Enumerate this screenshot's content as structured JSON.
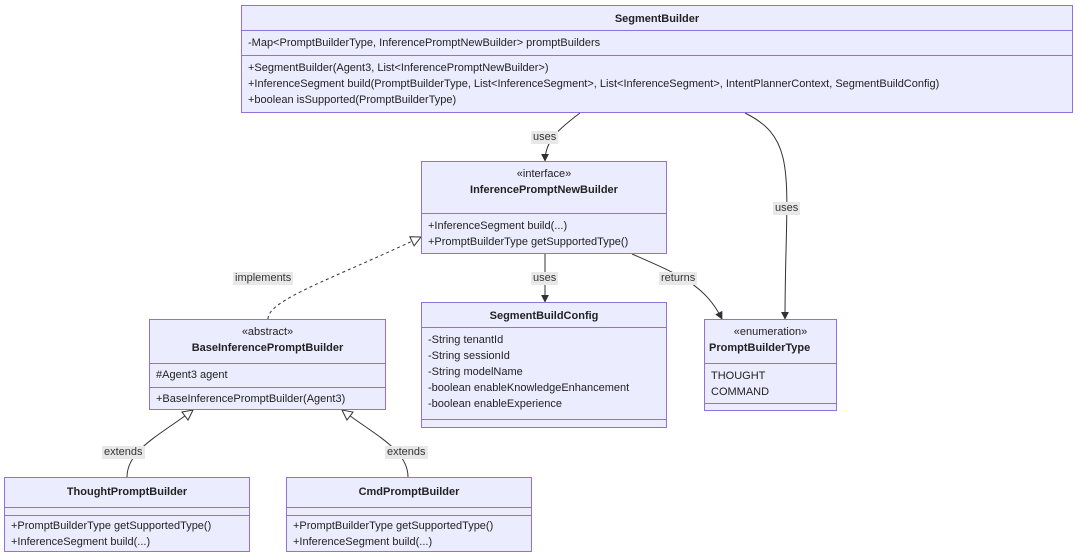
{
  "classes": {
    "segment_builder": {
      "name": "SegmentBuilder",
      "attributes": [
        "-Map<PromptBuilderType, InferencePromptNewBuilder> promptBuilders"
      ],
      "methods": [
        "+SegmentBuilder(Agent3, List<InferencePromptNewBuilder>)",
        "+InferenceSegment build(PromptBuilderType, List<InferenceSegment>, List<InferenceSegment>, IntentPlannerContext, SegmentBuildConfig)",
        "+boolean isSupported(PromptBuilderType)"
      ]
    },
    "inference_prompt_new_builder": {
      "stereotype": "«interface»",
      "name": "InferencePromptNewBuilder",
      "methods": [
        "+InferenceSegment build(...)",
        "+PromptBuilderType getSupportedType()"
      ]
    },
    "base_inference_prompt_builder": {
      "stereotype": "«abstract»",
      "name": "BaseInferencePromptBuilder",
      "attributes": [
        "#Agent3 agent"
      ],
      "methods": [
        "+BaseInferencePromptBuilder(Agent3)"
      ]
    },
    "segment_build_config": {
      "name": "SegmentBuildConfig",
      "attributes": [
        "-String tenantId",
        "-String sessionId",
        "-String modelName",
        "-boolean enableKnowledgeEnhancement",
        "-boolean enableExperience"
      ]
    },
    "prompt_builder_type": {
      "stereotype": "«enumeration»",
      "name": "PromptBuilderType",
      "values": [
        "THOUGHT",
        "COMMAND"
      ]
    },
    "thought_prompt_builder": {
      "name": "ThoughtPromptBuilder",
      "methods": [
        "+PromptBuilderType getSupportedType()",
        "+InferenceSegment build(...)"
      ]
    },
    "cmd_prompt_builder": {
      "name": "CmdPromptBuilder",
      "methods": [
        "+PromptBuilderType getSupportedType()",
        "+InferenceSegment build(...)"
      ]
    }
  },
  "relations": {
    "segment_uses_interface": "uses",
    "segment_uses_type": "uses",
    "interface_uses_config": "uses",
    "interface_returns_type": "returns",
    "base_implements_interface": "implements",
    "thought_extends_base": "extends",
    "cmd_extends_base": "extends"
  },
  "colors": {
    "class_fill": "#ececff",
    "class_border": "#9370db",
    "edge": "#333333",
    "edge_label_bg": "#e8e8e8"
  }
}
